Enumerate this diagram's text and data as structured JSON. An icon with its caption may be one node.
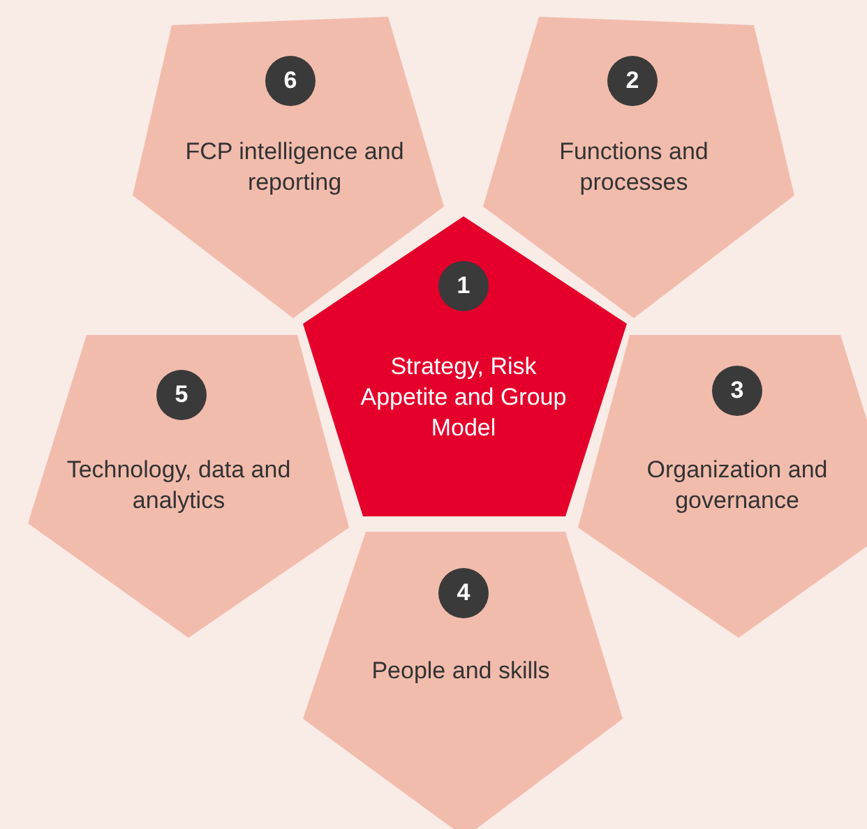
{
  "diagram": {
    "nodes": [
      {
        "text": [
          "6",
          "FCP intelligence and reporting"
        ]
      },
      {
        "text": [
          "2",
          "Functions and processes"
        ]
      },
      {
        "text": [
          "1",
          "Strategy, Risk Appetite and Group Model"
        ]
      },
      {
        "text": [
          "5",
          "Technology, data and analytics"
        ]
      },
      {
        "text": [
          "3",
          "Organization and governance"
        ]
      },
      {
        "text": [
          "4",
          "People and skills"
        ]
      }
    ]
  }
}
